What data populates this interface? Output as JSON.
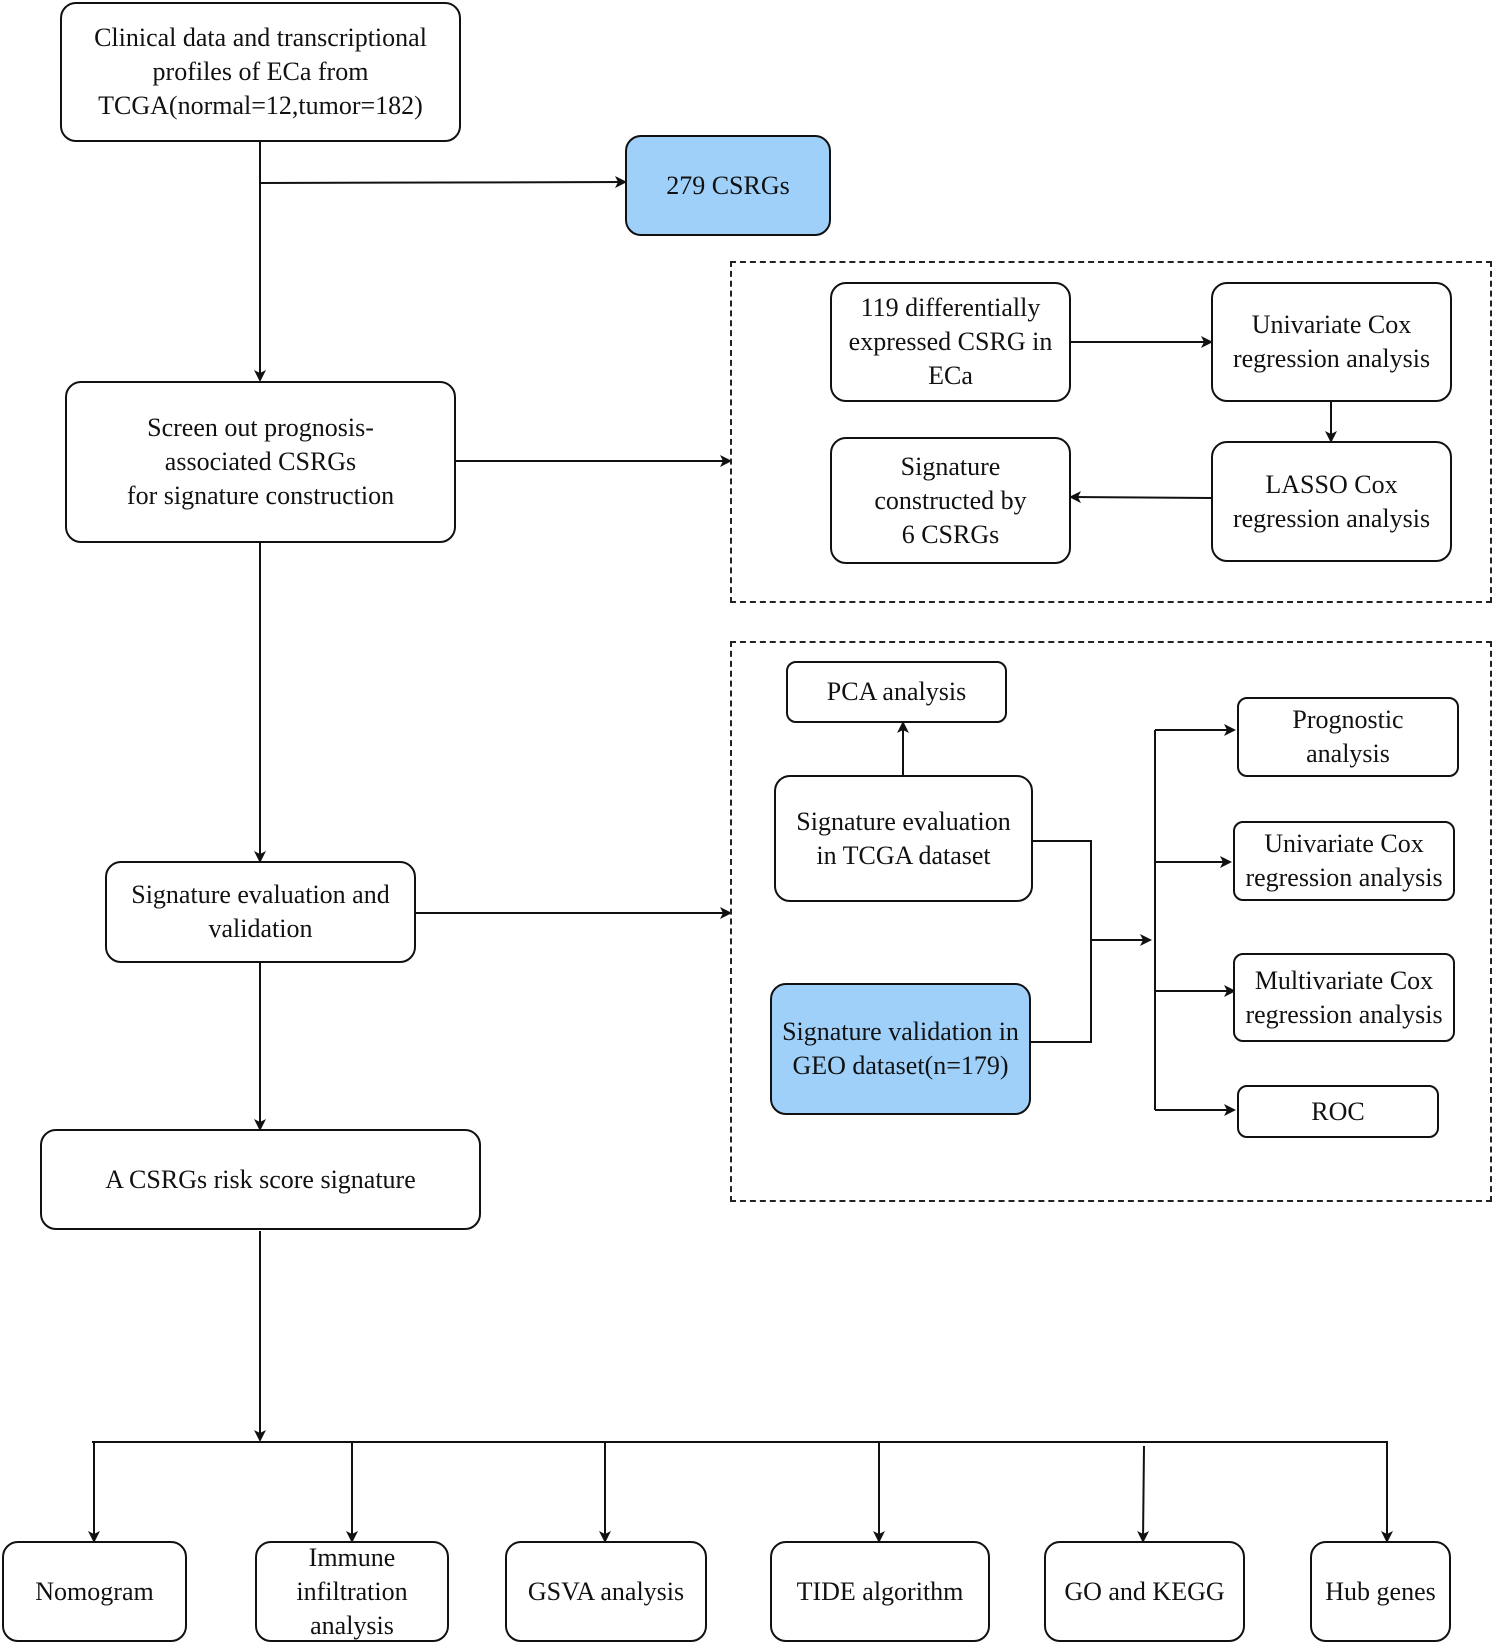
{
  "nodes": {
    "clinical": "Clinical data and transcriptional\nprofiles of ECa from\nTCGA(normal=12,tumor=182)",
    "csrgs_279": "279 CSRGs",
    "screen": "Screen out prognosis-\nassociated CSRGs\nfor signature construction",
    "diff_expressed": "119 differentially\nexpressed CSRG in\nECa",
    "univariate_top": "Univariate Cox\nregression analysis",
    "lasso": "LASSO Cox\nregression analysis",
    "signature_6": "Signature\nconstructed by\n6 CSRGs",
    "eval_validation": "Signature evaluation and\nvalidation",
    "pca": "PCA analysis",
    "eval_tcga": "Signature evaluation\nin TCGA dataset",
    "validation_geo": "Signature validation in\nGEO dataset(n=179)",
    "prognostic": "Prognostic\nanalysis",
    "univariate_right": "Univariate Cox\nregression analysis",
    "multivariate": "Multivariate Cox\nregression analysis",
    "roc": "ROC",
    "risk_score": "A CSRGs risk score signature",
    "nomogram": "Nomogram",
    "immune": "Immune\ninfiltration\nanalysis",
    "gsva": "GSVA analysis",
    "tide": "TIDE algorithm",
    "go_kegg": "GO and KEGG",
    "hub_genes": "Hub genes"
  },
  "colors": {
    "highlight": "#9fd0fa",
    "stroke": "#111111"
  }
}
